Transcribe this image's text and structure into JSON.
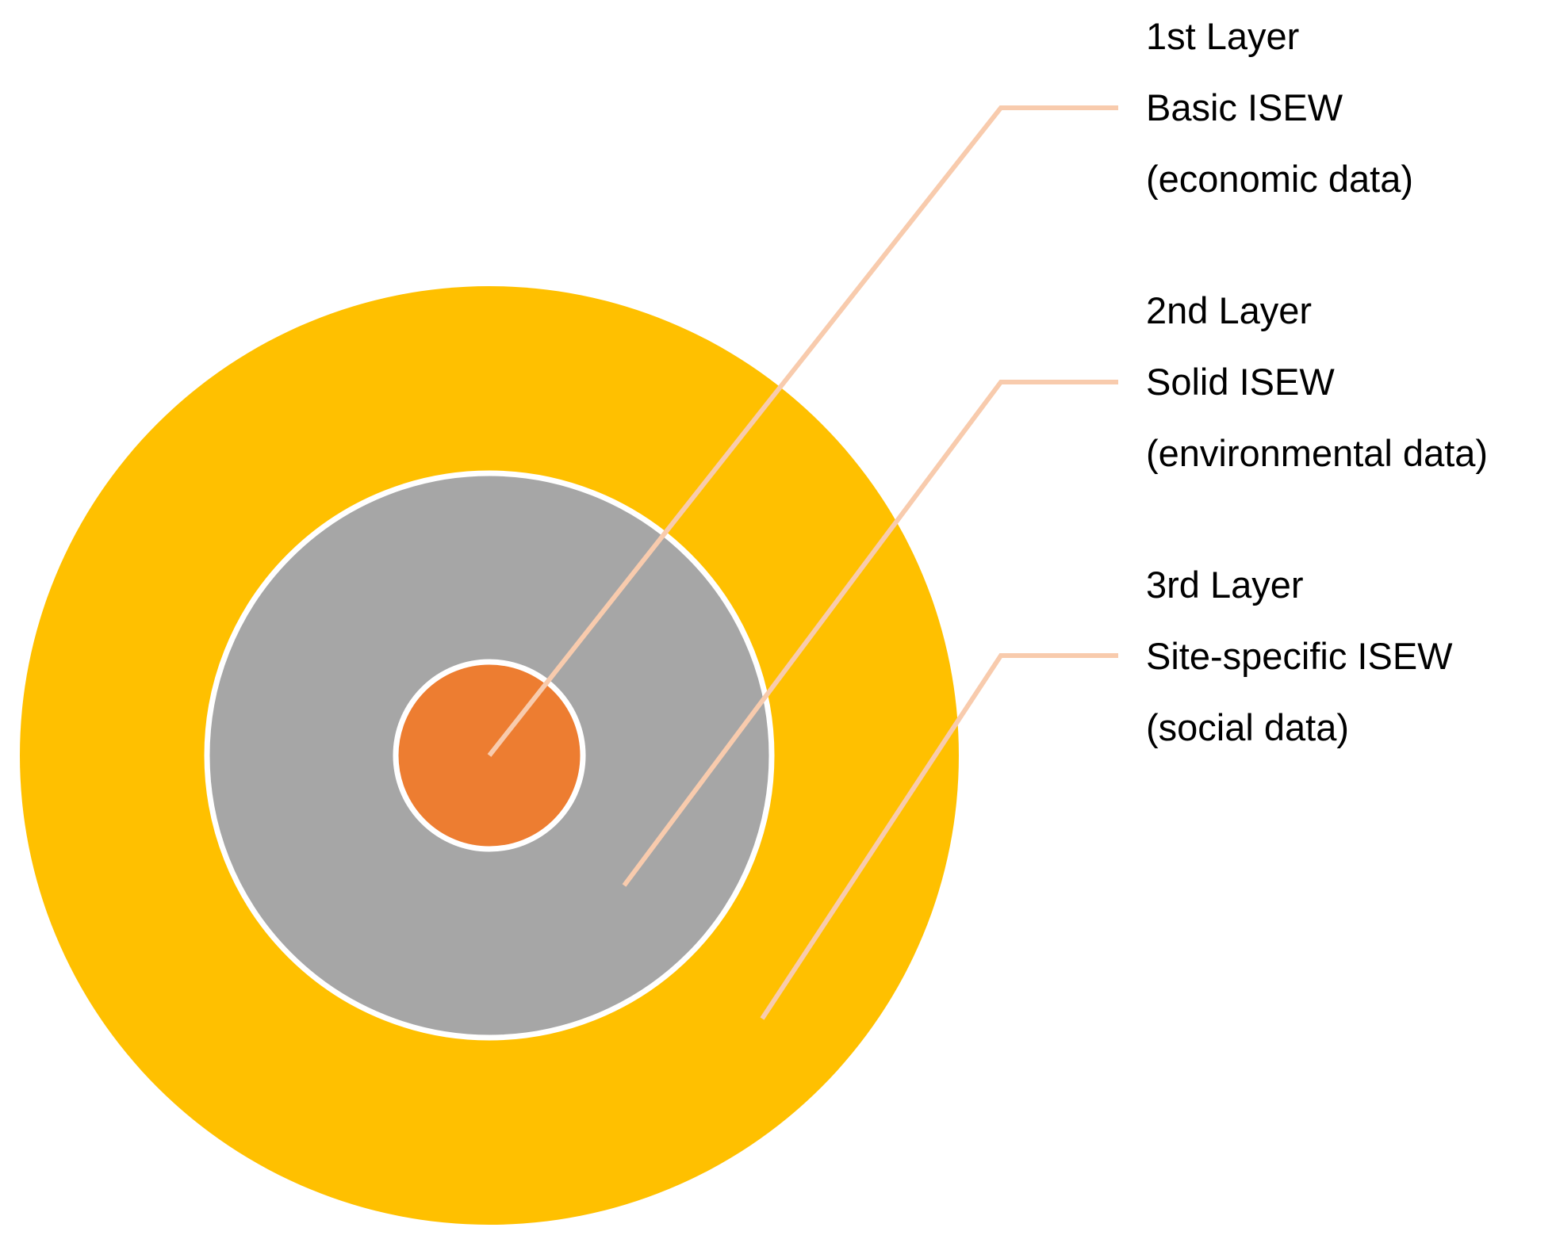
{
  "colors": {
    "background": "#ffffff",
    "outer_ring": "#FFC000",
    "middle_ring": "#A6A6A6",
    "inner_core": "#ED7D31",
    "ring_border": "#ffffff",
    "leader_line": "#F8CBAD",
    "text": "#000000"
  },
  "layers": [
    {
      "heading": "1st Layer",
      "name": "Basic ISEW",
      "data_type": "(economic data)"
    },
    {
      "heading": "2nd Layer",
      "name": "Solid ISEW",
      "data_type": "(environmental data)"
    },
    {
      "heading": "3rd Layer",
      "name": "Site-specific ISEW",
      "data_type": "(social data)"
    }
  ]
}
